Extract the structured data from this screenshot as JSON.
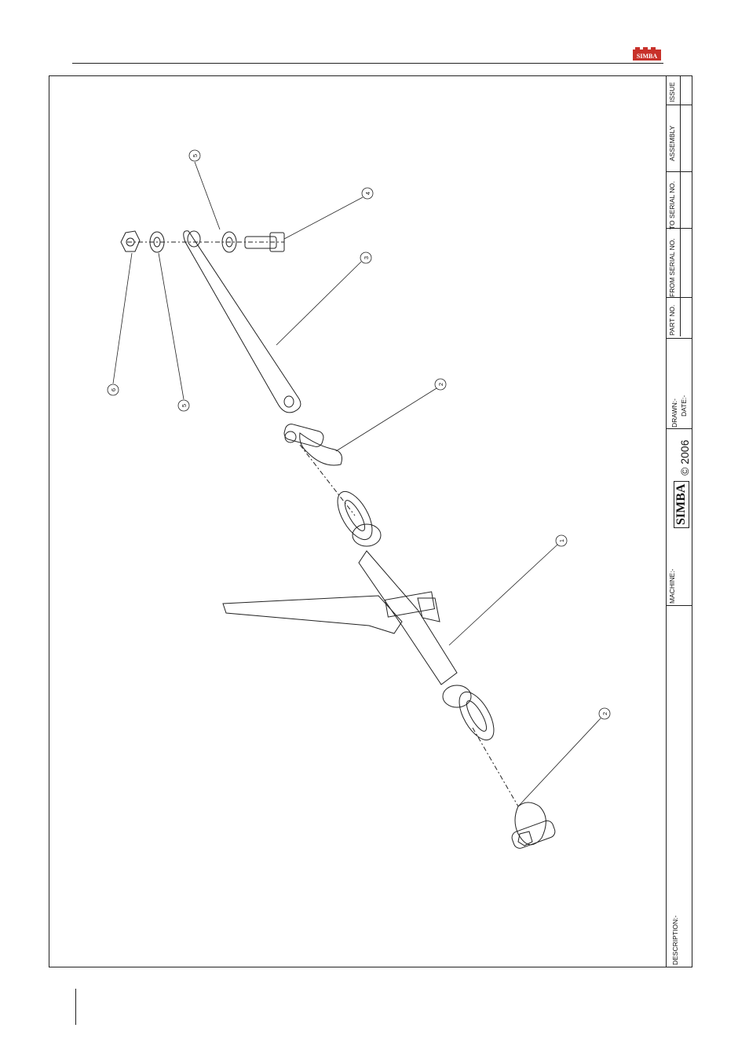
{
  "header": {
    "logo_text": "SIMBA"
  },
  "title_block": {
    "issue_label": "ISSUE",
    "assembly_label": "ASSEMBLY",
    "to_serial_label": "TO SERIAL NO.",
    "from_serial_label": "FROM SERIAL NO.",
    "part_no_label": "PART NO.",
    "drawn_label": "DRAWN:-",
    "date_label": "DATE:-",
    "copyright": "© 2006",
    "brand": "SIMBA",
    "machine_label": "MACHINE:-",
    "description_label": "DESCRIPTION:-"
  },
  "callouts": {
    "c1": "1",
    "c2a": "2",
    "c2b": "2",
    "c3": "3",
    "c4": "4",
    "c5a": "5",
    "c5b": "5",
    "c6": "6"
  },
  "colors": {
    "brand_red": "#c8312a",
    "line": "#222222"
  }
}
